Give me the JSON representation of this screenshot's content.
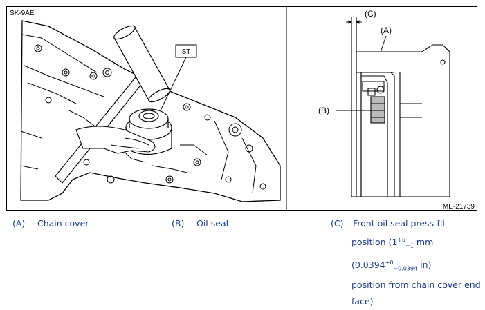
{
  "figure": {
    "code_left": "SK-9AE",
    "st_label": "ST",
    "label_a": "(A)",
    "label_b": "(B)",
    "label_c": "(C)",
    "code_right": "ME-21739"
  },
  "captions": {
    "a": {
      "key": "(A)",
      "text": "Chain cover"
    },
    "b": {
      "key": "(B)",
      "text": "Oil seal"
    },
    "c": {
      "key": "(C)",
      "line1": "Front oil seal press-fit",
      "line2_pre": "position (1",
      "line2_sup": "+0",
      "line2_sub": "−1",
      "line2_post": " mm",
      "line3_pre": "(0.0394",
      "line3_sup": "+0",
      "line3_sub": "−0.0394",
      "line3_post": " in)",
      "line4": "position from chain cover end",
      "line5": "face)"
    }
  },
  "colors": {
    "caption": "#1f3a8a",
    "line": "#000000"
  }
}
